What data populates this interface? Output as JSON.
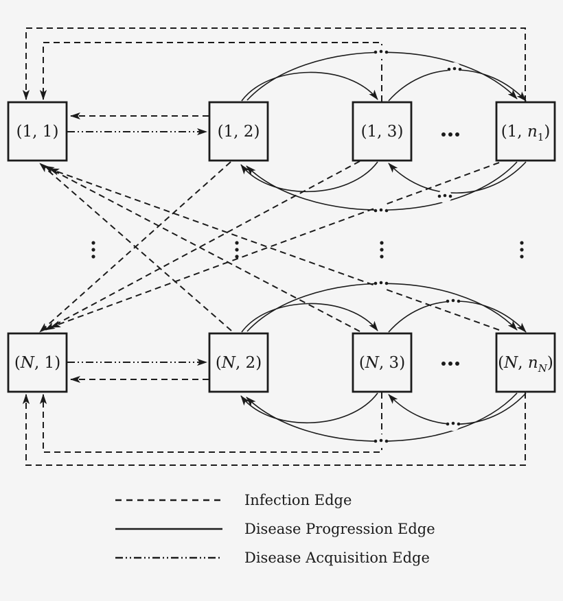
{
  "diagram": {
    "title": "multi-disease state transition network",
    "rows_shown": [
      "1",
      "N"
    ],
    "nodes": {
      "r1c1": {
        "id": "(1,1)",
        "parts": [
          {
            "t": "(1, 1)"
          }
        ]
      },
      "r1c2": {
        "id": "(1,2)",
        "parts": [
          {
            "t": "(1, 2)"
          }
        ]
      },
      "r1c3": {
        "id": "(1,3)",
        "parts": [
          {
            "t": "(1, 3)"
          }
        ]
      },
      "r1c4": {
        "id": "(1,n1)",
        "parts": [
          {
            "t": "(1, "
          },
          {
            "t": "n",
            "i": true
          },
          {
            "t": "1",
            "s": true
          },
          {
            "t": ")"
          }
        ]
      },
      "rNc1": {
        "id": "(N,1)",
        "parts": [
          {
            "t": "("
          },
          {
            "t": "N",
            "i": true
          },
          {
            "t": ", 1)"
          }
        ]
      },
      "rNc2": {
        "id": "(N,2)",
        "parts": [
          {
            "t": "("
          },
          {
            "t": "N",
            "i": true
          },
          {
            "t": ", 2)"
          }
        ]
      },
      "rNc3": {
        "id": "(N,3)",
        "parts": [
          {
            "t": "("
          },
          {
            "t": "N",
            "i": true
          },
          {
            "t": ", 3)"
          }
        ]
      },
      "rNc4": {
        "id": "(N,nN)",
        "parts": [
          {
            "t": "("
          },
          {
            "t": "N",
            "i": true
          },
          {
            "t": ", "
          },
          {
            "t": "n",
            "i": true
          },
          {
            "t": "N",
            "i": true,
            "s": true
          },
          {
            "t": ")"
          }
        ]
      }
    },
    "edges": [
      {
        "from": "(1,2)",
        "to": "(1,1)",
        "type": "infection"
      },
      {
        "from": "(1,3)",
        "to": "(1,1)",
        "type": "infection"
      },
      {
        "from": "(1,n1)",
        "to": "(1,1)",
        "type": "infection"
      },
      {
        "from": "(N,2)",
        "to": "(1,1)",
        "type": "infection"
      },
      {
        "from": "(N,3)",
        "to": "(1,1)",
        "type": "infection"
      },
      {
        "from": "(N,nN)",
        "to": "(1,1)",
        "type": "infection"
      },
      {
        "from": "(N,2)",
        "to": "(N,1)",
        "type": "infection"
      },
      {
        "from": "(N,3)",
        "to": "(N,1)",
        "type": "infection"
      },
      {
        "from": "(N,nN)",
        "to": "(N,1)",
        "type": "infection"
      },
      {
        "from": "(1,2)",
        "to": "(N,1)",
        "type": "infection"
      },
      {
        "from": "(1,3)",
        "to": "(N,1)",
        "type": "infection"
      },
      {
        "from": "(1,n1)",
        "to": "(N,1)",
        "type": "infection"
      },
      {
        "from": "(1,1)",
        "to": "(1,2)",
        "type": "disease-acquisition"
      },
      {
        "from": "(N,1)",
        "to": "(N,2)",
        "type": "disease-acquisition"
      },
      {
        "from": "(1,2)",
        "to": "(1,3)",
        "type": "disease-progression"
      },
      {
        "from": "(1,2)",
        "to": "(1,n1)",
        "type": "disease-progression"
      },
      {
        "from": "(1,3)",
        "to": "(1,n1)",
        "type": "disease-progression"
      },
      {
        "from": "(1,3)",
        "to": "(1,2)",
        "type": "disease-progression"
      },
      {
        "from": "(1,n1)",
        "to": "(1,2)",
        "type": "disease-progression"
      },
      {
        "from": "(1,n1)",
        "to": "(1,3)",
        "type": "disease-progression"
      },
      {
        "from": "(N,2)",
        "to": "(N,3)",
        "type": "disease-progression"
      },
      {
        "from": "(N,2)",
        "to": "(N,nN)",
        "type": "disease-progression"
      },
      {
        "from": "(N,3)",
        "to": "(N,nN)",
        "type": "disease-progression"
      },
      {
        "from": "(N,3)",
        "to": "(N,2)",
        "type": "disease-progression"
      },
      {
        "from": "(N,nN)",
        "to": "(N,2)",
        "type": "disease-progression"
      },
      {
        "from": "(N,nN)",
        "to": "(N,3)",
        "type": "disease-progression"
      }
    ],
    "ellipsis_markers": "dots indicate omitted intermediate states and omitted disease rows"
  },
  "legend": {
    "items": [
      {
        "label": "Infection Edge",
        "style": "dashed"
      },
      {
        "label": "Disease Progression Edge",
        "style": "solid"
      },
      {
        "label": "Disease Acquisition Edge",
        "style": "dash-dot-dot"
      }
    ]
  },
  "colors": {
    "background": "#f5f5f5",
    "line": "#1b1b1b"
  }
}
